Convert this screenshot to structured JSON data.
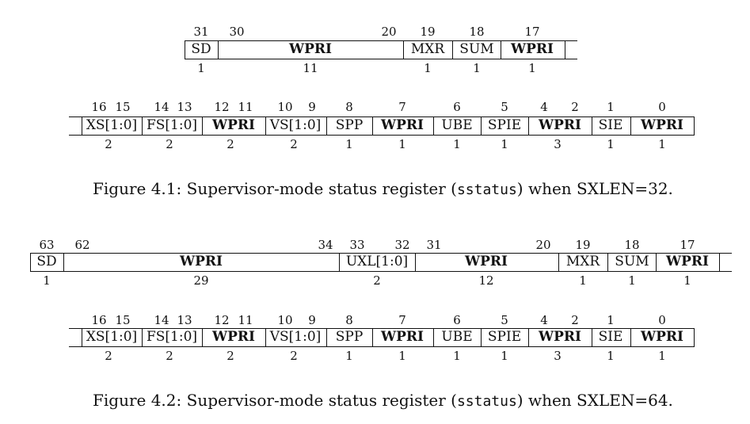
{
  "sxlen32": {
    "row1": {
      "bits": [
        "31",
        "30",
        "20",
        "19",
        "18",
        "17"
      ],
      "fields": [
        "SD",
        "WPRI",
        "MXR",
        "SUM",
        "WPRI"
      ],
      "widths": [
        "1",
        "11",
        "1",
        "1",
        "1"
      ]
    },
    "row2": {
      "bits": [
        "16",
        "15",
        "14",
        "13",
        "12",
        "11",
        "10",
        "9",
        "8",
        "7",
        "6",
        "5",
        "4",
        "2",
        "1",
        "0"
      ],
      "fields": [
        "XS[1:0]",
        "FS[1:0]",
        "WPRI",
        "VS[1:0]",
        "SPP",
        "WPRI",
        "UBE",
        "SPIE",
        "WPRI",
        "SIE",
        "WPRI"
      ],
      "widths": [
        "2",
        "2",
        "2",
        "2",
        "1",
        "1",
        "1",
        "1",
        "3",
        "1",
        "1"
      ]
    },
    "caption": {
      "pre": "Figure 4.1: Supervisor-mode status register (",
      "code": "sstatus",
      "post": ") when SXLEN=32."
    }
  },
  "sxlen64": {
    "row1": {
      "bits": [
        "63",
        "62",
        "34",
        "33",
        "32",
        "31",
        "20",
        "19",
        "18",
        "17"
      ],
      "fields": [
        "SD",
        "WPRI",
        "UXL[1:0]",
        "WPRI",
        "MXR",
        "SUM",
        "WPRI"
      ],
      "widths": [
        "1",
        "29",
        "2",
        "12",
        "1",
        "1",
        "1"
      ]
    },
    "row2": {
      "bits": [
        "16",
        "15",
        "14",
        "13",
        "12",
        "11",
        "10",
        "9",
        "8",
        "7",
        "6",
        "5",
        "4",
        "2",
        "1",
        "0"
      ],
      "fields": [
        "XS[1:0]",
        "FS[1:0]",
        "WPRI",
        "VS[1:0]",
        "SPP",
        "WPRI",
        "UBE",
        "SPIE",
        "WPRI",
        "SIE",
        "WPRI"
      ],
      "widths": [
        "2",
        "2",
        "2",
        "2",
        "1",
        "1",
        "1",
        "1",
        "3",
        "1",
        "1"
      ]
    },
    "caption": {
      "pre": "Figure 4.2: Supervisor-mode status register (",
      "code": "sstatus",
      "post": ") when SXLEN=64."
    }
  }
}
